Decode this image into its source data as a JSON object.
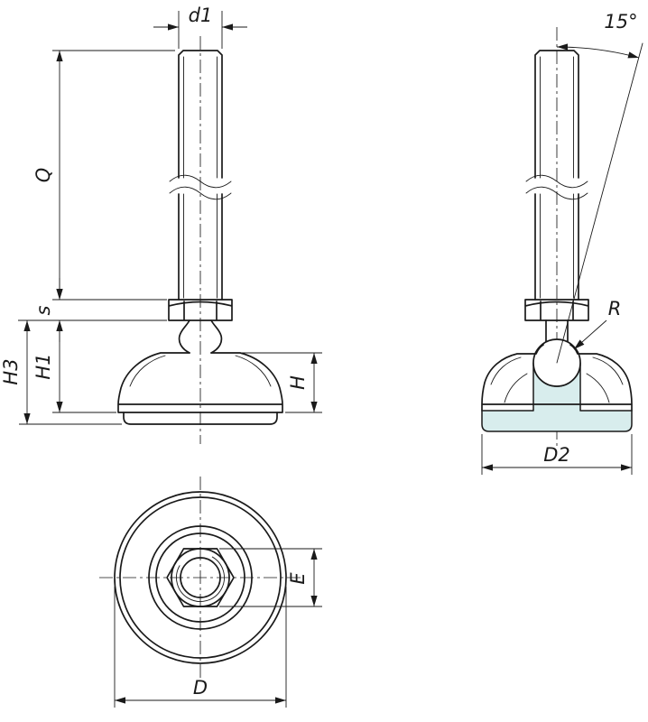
{
  "labels": {
    "d1": "d1",
    "q": "Q",
    "s": "s",
    "h3": "H3",
    "h1": "H1",
    "h": "H",
    "tilt_angle": "15°",
    "r": "R",
    "d2": "D2",
    "e": "E",
    "d": "D"
  },
  "colors": {
    "line": "#1a1a1a",
    "section_fill": "#d8eded",
    "background": "#ffffff"
  }
}
